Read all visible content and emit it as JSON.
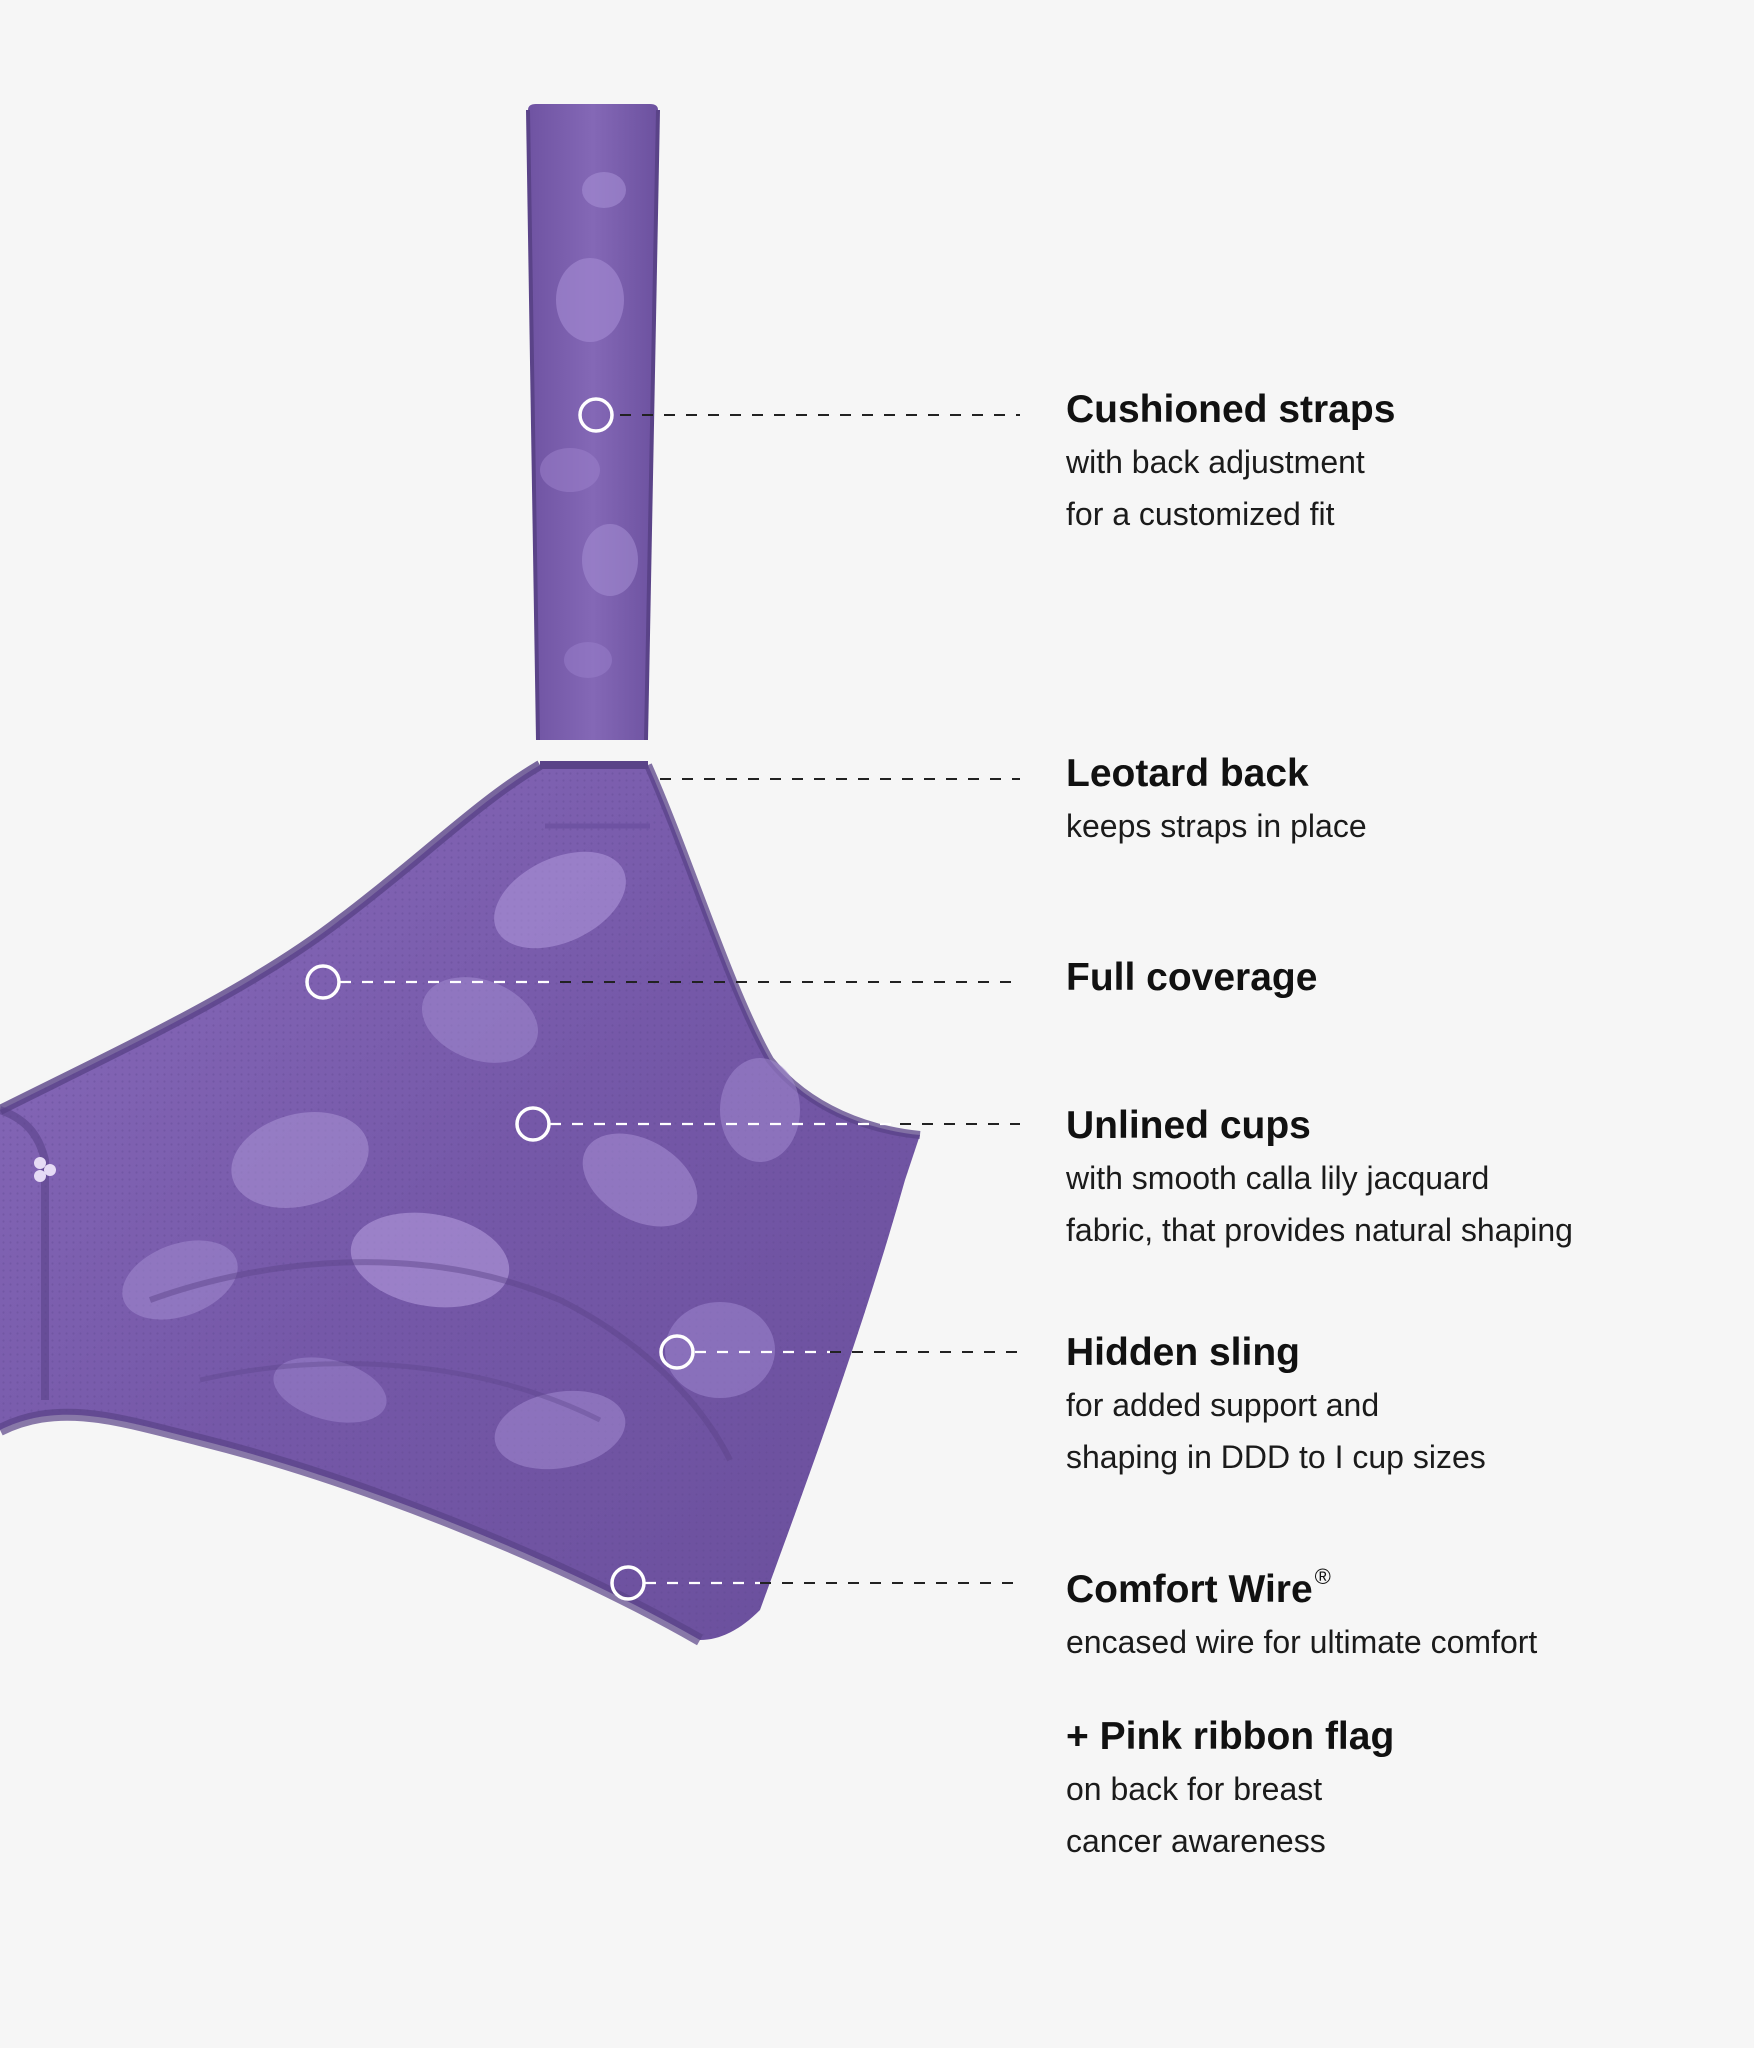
{
  "colors": {
    "background": "#f6f6f6",
    "fabric_base": "#7d5fae",
    "fabric_shadow": "#5a4388",
    "fabric_highlight": "#b7a0de",
    "text": "#111111",
    "leader_line": "#222222",
    "hotspot_ring": "#ffffff"
  },
  "product": {
    "image_description_icon": "purple-bra-image"
  },
  "features": [
    {
      "id": "straps",
      "title": "Cushioned straps",
      "lines": [
        "with back adjustment",
        "for a customized fit"
      ]
    },
    {
      "id": "back",
      "title": "Leotard back",
      "lines": [
        "keeps straps in place"
      ]
    },
    {
      "id": "coverage",
      "title": "Full coverage",
      "lines": []
    },
    {
      "id": "cups",
      "title": "Unlined cups",
      "lines": [
        "with smooth calla lily jacquard",
        "fabric, that provides natural shaping"
      ]
    },
    {
      "id": "sling",
      "title": "Hidden sling",
      "lines": [
        "for added support and",
        "shaping in DDD to I cup sizes"
      ]
    },
    {
      "id": "wire",
      "title": "Comfort Wire",
      "title_mark": "®",
      "lines": [
        "encased wire for ultimate comfort"
      ]
    },
    {
      "id": "ribbon",
      "title": "+ Pink ribbon flag",
      "lines": [
        "on back for breast",
        "cancer awareness"
      ]
    }
  ]
}
